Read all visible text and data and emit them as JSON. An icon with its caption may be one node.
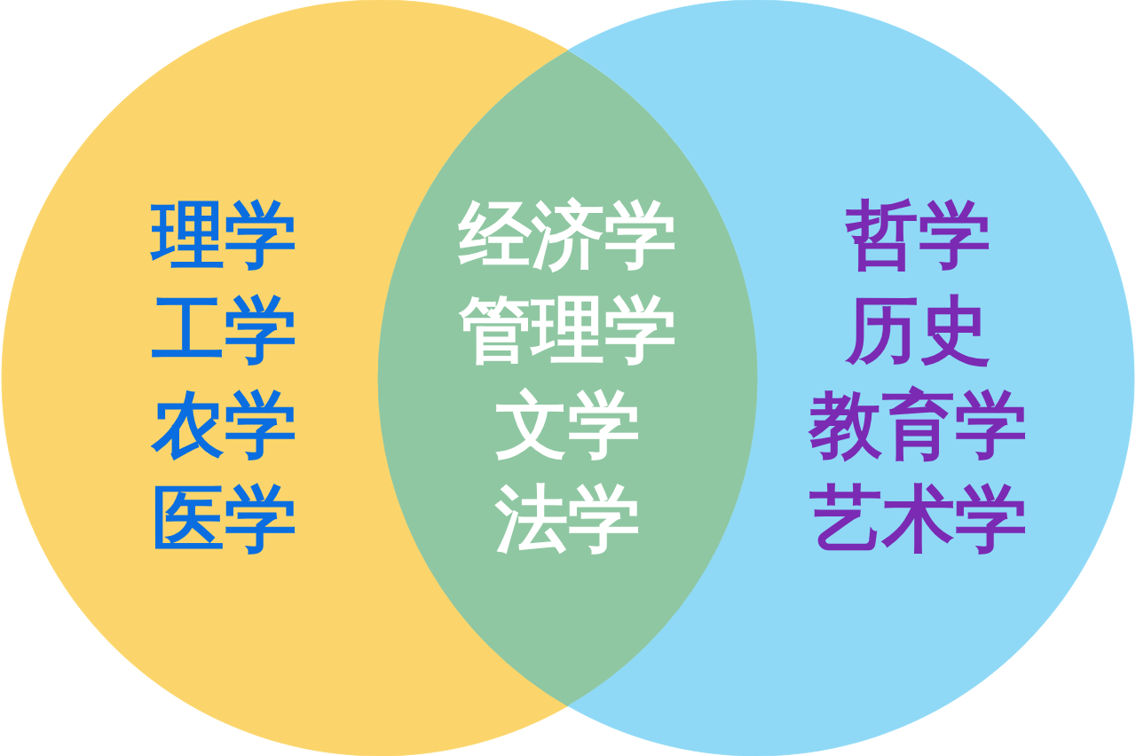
{
  "diagram": {
    "nodes": [
      {
        "text": [
          "理学",
          "工学",
          "农学",
          "医学"
        ]
      },
      {
        "text": [
          "经济学",
          "管理学",
          "文学",
          "法学"
        ]
      },
      {
        "text": [
          "哲学",
          "历史",
          "教育学",
          "艺术学"
        ]
      }
    ]
  }
}
